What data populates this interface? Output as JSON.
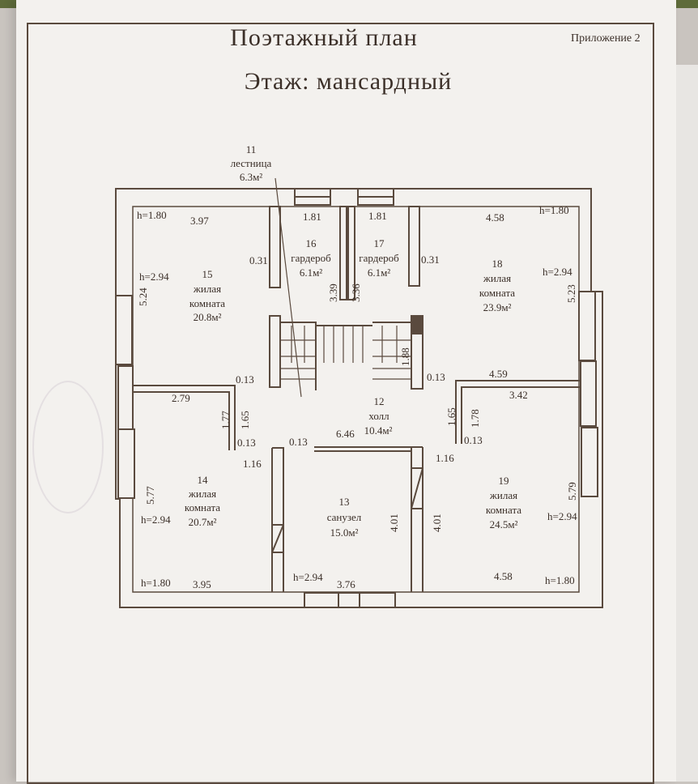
{
  "header": {
    "title": "Поэтажный план",
    "subtitle": "Этаж: мансардный",
    "appendix": "Приложение 2"
  },
  "rooms": [
    {
      "num": "11",
      "name": "лестница",
      "area": "6.3м²"
    },
    {
      "num": "12",
      "name": "холл",
      "area": "10.4м²"
    },
    {
      "num": "13",
      "name": "санузел",
      "area": "15.0м²"
    },
    {
      "num": "14",
      "name": "жилая",
      "name2": "комната",
      "area": "20.7м²"
    },
    {
      "num": "15",
      "name": "жилая",
      "name2": "комната",
      "area": "20.8м²"
    },
    {
      "num": "16",
      "name": "гардероб",
      "area": "6.1м²"
    },
    {
      "num": "17",
      "name": "гардероб",
      "area": "6.1м²"
    },
    {
      "num": "18",
      "name": "жилая",
      "name2": "комната",
      "area": "23.9м²"
    },
    {
      "num": "19",
      "name": "жилая",
      "name2": "комната",
      "area": "24.5м²"
    }
  ],
  "dims": {
    "h180_tl": "h=1.80",
    "d397": "3.97",
    "d181a": "1.81",
    "d181b": "1.81",
    "d458t": "4.58",
    "h180_tr": "h=1.80",
    "d031a": "0.31",
    "d031b": "0.31",
    "h294_15": "h=2.94",
    "d524": "5.24",
    "d339": "3.39",
    "d336": "3.36",
    "h294_18": "h=2.94",
    "d523": "5.23",
    "d188": "1.88",
    "d013a": "0.13",
    "d013b": "0.13",
    "d279": "2.79",
    "d459": "4.59",
    "d342": "3.42",
    "d177": "1.77",
    "d165a": "1.65",
    "d165b": "1.65",
    "d178": "1.78",
    "d013c": "0.13",
    "d013d": "0.13",
    "d013e": "0.13",
    "d646": "6.46",
    "d116a": "1.16",
    "d116b": "1.16",
    "d577": "5.77",
    "d579": "5.79",
    "d401a": "4.01",
    "d401b": "4.01",
    "h294_14": "h=2.94",
    "h294_19": "h=2.94",
    "h294_13": "h=2.94",
    "h180_bl": "h=1.80",
    "d395": "3.95",
    "d376": "3.76",
    "d458b": "4.58",
    "h180_br": "h=1.80"
  }
}
